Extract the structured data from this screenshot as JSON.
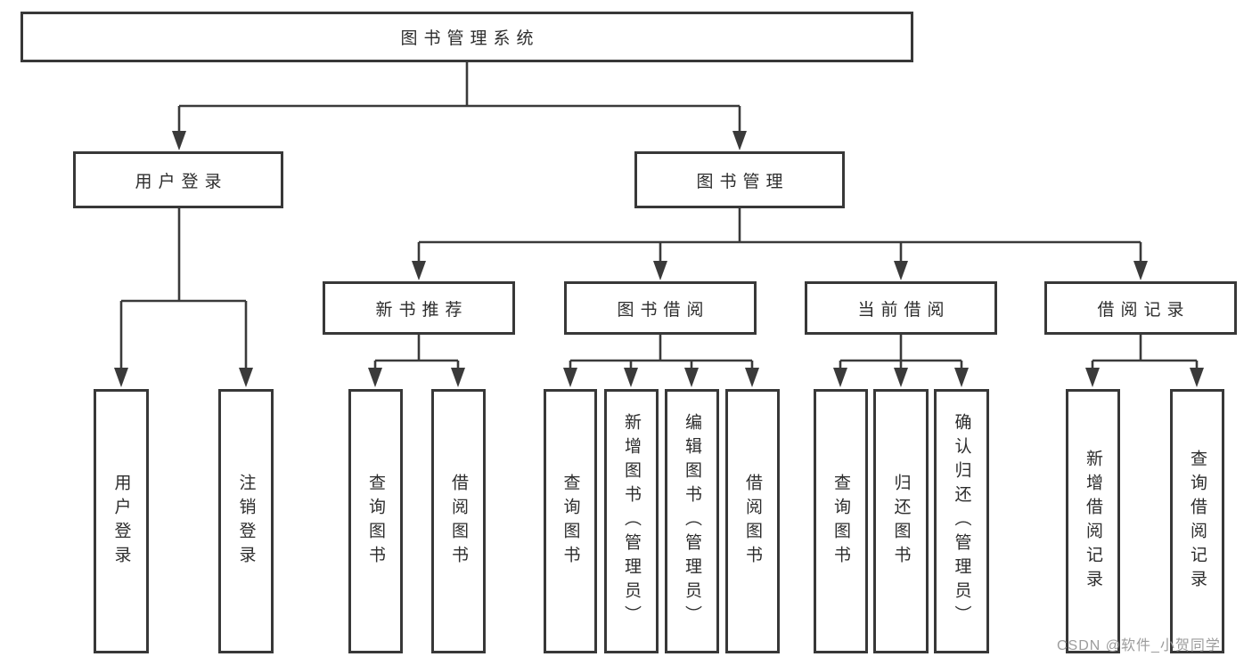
{
  "diagram": {
    "title_node": {
      "label": "图书管理系统"
    },
    "level2": [
      {
        "id": "user-login",
        "label": "用户登录"
      },
      {
        "id": "book-management",
        "label": "图书管理"
      }
    ],
    "level3": [
      {
        "id": "new-book-recommend",
        "label": "新书推荐"
      },
      {
        "id": "book-borrow",
        "label": "图书借阅"
      },
      {
        "id": "current-borrow",
        "label": "当前借阅"
      },
      {
        "id": "borrow-record",
        "label": "借阅记录"
      }
    ],
    "leaves": {
      "user_login": [
        "用户登录",
        "注销登录"
      ],
      "new_book_recommend": [
        "查询图书",
        "借阅图书"
      ],
      "book_borrow": [
        "查询图书",
        "新增图书（管理员）",
        "编辑图书（管理员）",
        "借阅图书"
      ],
      "current_borrow": [
        "查询图书",
        "归还图书",
        "确认归还（管理员）"
      ],
      "borrow_record": [
        "新增借阅记录",
        "查询借阅记录"
      ]
    },
    "watermark": "CSDN @软件_小贺同学",
    "colors": {
      "line": "#3a3a3a",
      "box_border": "#383838",
      "text": "#2d2d2d",
      "background": "#ffffff",
      "watermark": "#9c9c9c"
    }
  }
}
